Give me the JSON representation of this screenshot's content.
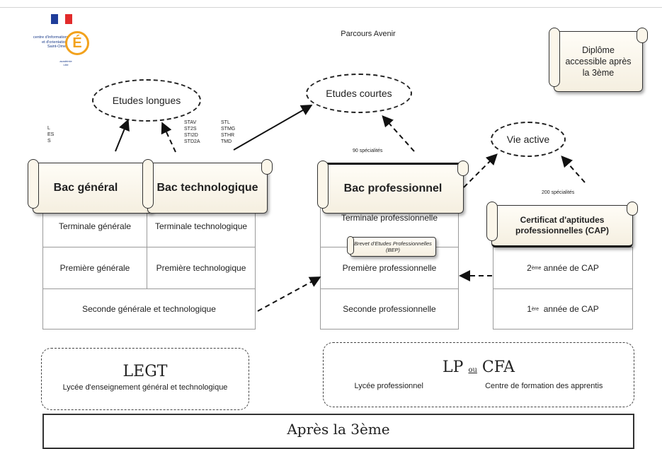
{
  "title": "Parcours Avenir",
  "logo": {
    "line1": "centre d'information",
    "line2": "et d'orientation",
    "line3": "Saint-Omer",
    "sub1": "académie",
    "sub2": "Lille",
    "letter": "É"
  },
  "legend_scroll": "Diplôme accessible après la 3ème",
  "ovals": {
    "longues": "Etudes longues",
    "courtes": "Etudes courtes",
    "vie": "Vie active"
  },
  "series_general": [
    "L",
    "ES",
    "S"
  ],
  "series_techno_col1": [
    "STAV",
    "ST2S",
    "STI2D",
    "STD2A"
  ],
  "series_techno_col2": [
    "STL",
    "STMG",
    "STHR",
    "TMD"
  ],
  "specialites_bacpro": "90 spécialités",
  "specialites_cap": "200 spécialités",
  "bac_general": "Bac général",
  "bac_techno": "Bac technologique",
  "bac_pro": "Bac professionnel",
  "cap_title": "Certificat d'aptitudes professionnelles (CAP)",
  "legt": {
    "terminale_gen": "Terminale générale",
    "terminale_tech": "Terminale technologique",
    "premiere_gen": "Première générale",
    "premiere_tech": "Première technologique",
    "seconde": "Seconde générale et technologique"
  },
  "lp": {
    "terminale": "Terminale professionnelle",
    "premiere": "Première professionnelle",
    "seconde": "Seconde professionnelle",
    "bep": "Brevet d'Etudes Professionnelles (BEP)"
  },
  "cap": {
    "annee2_sup": "ème",
    "annee2_rest": " année de CAP",
    "annee2_num": "2",
    "annee1_sup": "ère",
    "annee1_rest": "  année de CAP",
    "annee1_num": "1"
  },
  "group_legt": {
    "title": "LEGT",
    "subtitle": "Lycée d'enseignement général et technologique"
  },
  "group_lp": {
    "title_lp": "LP",
    "title_ou": "ou",
    "title_cfa": "CFA",
    "left": "Lycée professionnel",
    "right": "Centre de formation des apprentis"
  },
  "bottom": "Après la 3ème"
}
